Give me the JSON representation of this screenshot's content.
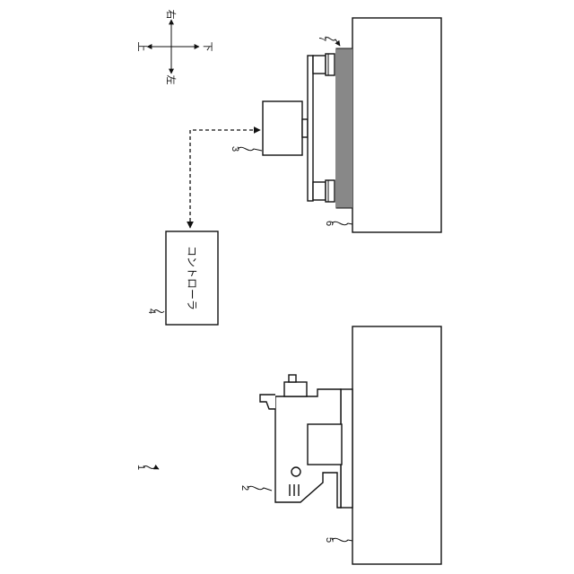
{
  "labels": {
    "system": "1",
    "robot": "2",
    "gripper": "3",
    "controller": "4",
    "robot_table": "5",
    "stack_table": "6",
    "sheet_stack": "7"
  },
  "controller_text": "コントローラ",
  "directions": {
    "up": "上",
    "down": "下",
    "left": "左",
    "right": "右"
  }
}
